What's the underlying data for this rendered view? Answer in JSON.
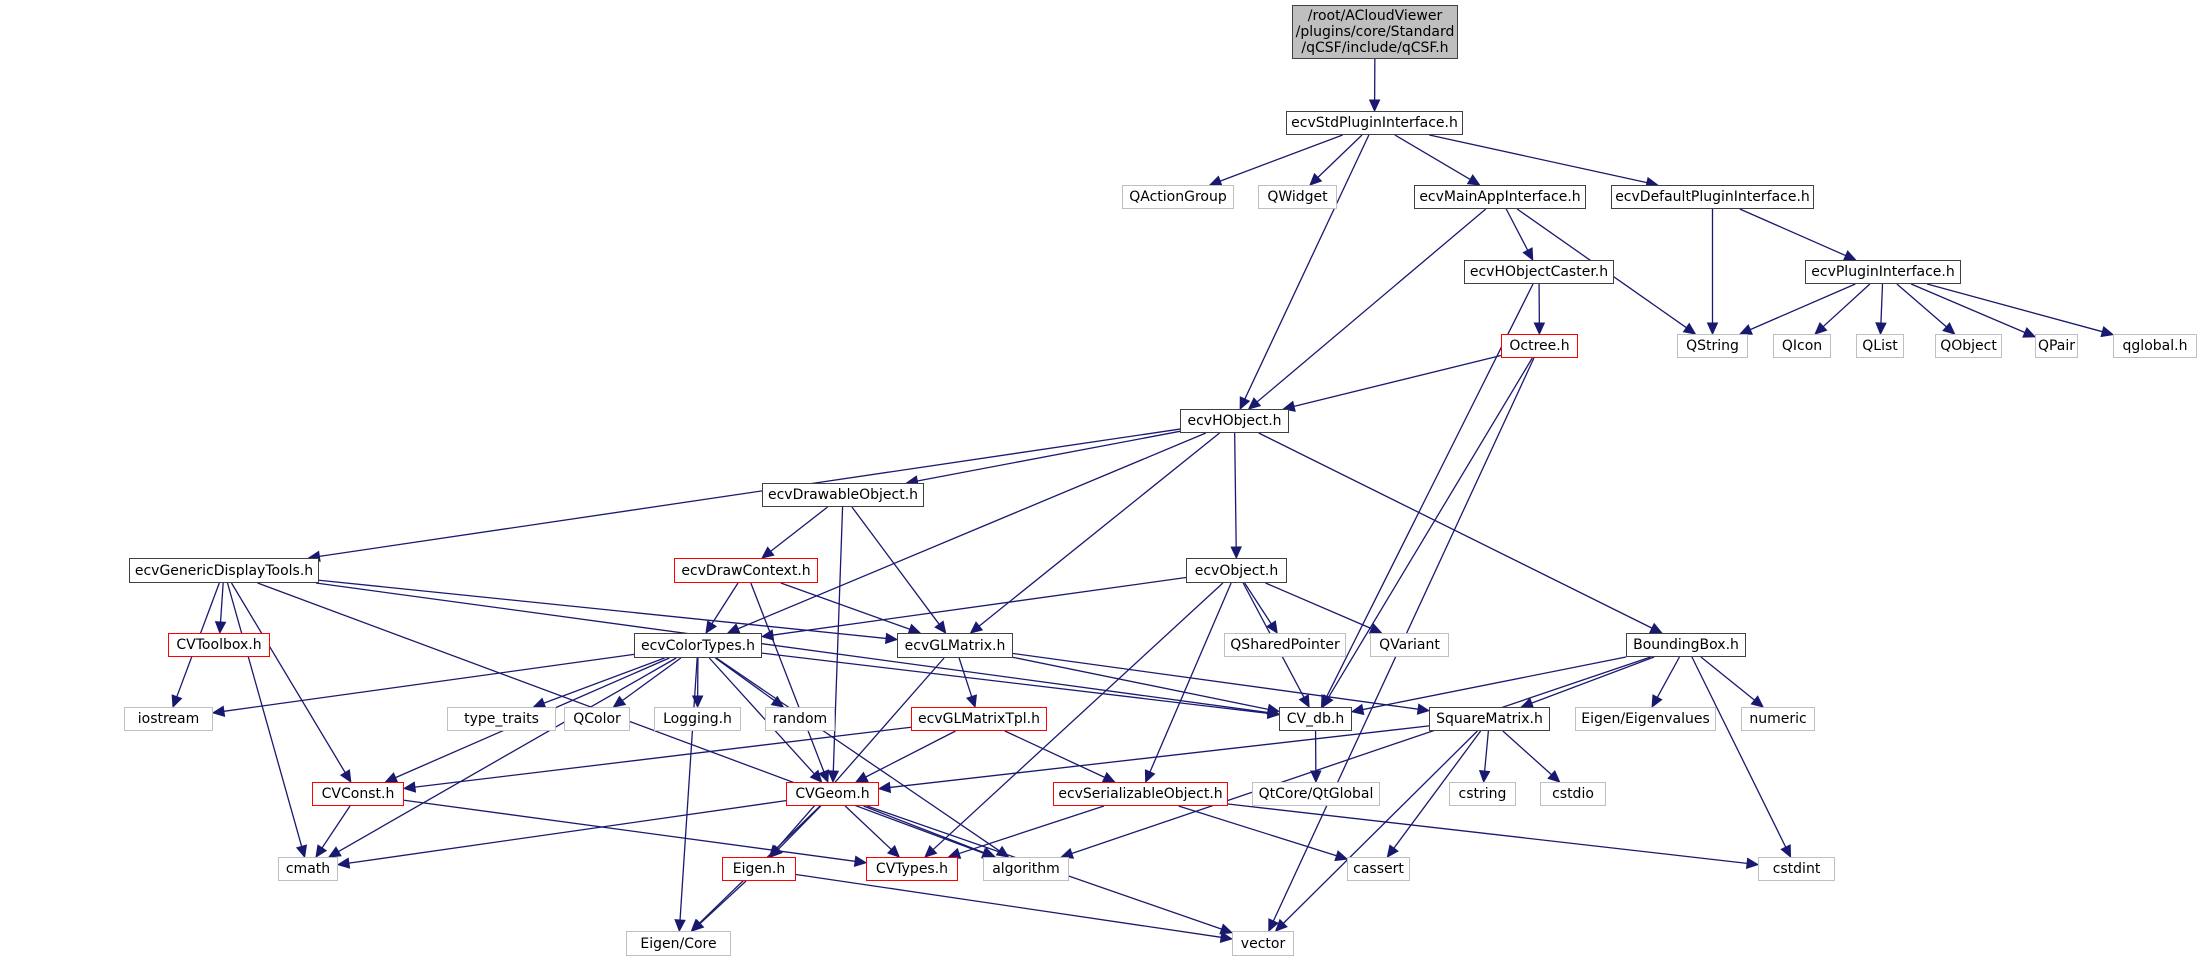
{
  "title": "Include dependency graph for qCSF.h",
  "colors": {
    "edge": "#191970",
    "root_fill": "#bfbfbf",
    "internal_border": "#404040",
    "external_border": "#bfbfbf",
    "missing_border": "#ff0000"
  },
  "nodes": [
    {
      "id": "qcsf",
      "label": "/root/ACloudViewer\n/plugins/core/Standard\n/qCSF/include/qCSF.h",
      "kind": "root"
    },
    {
      "id": "ecvStdPluginInterface",
      "label": "ecvStdPluginInterface.h",
      "kind": "internal"
    },
    {
      "id": "QActionGroup",
      "label": "QActionGroup",
      "kind": "external"
    },
    {
      "id": "QWidget",
      "label": "QWidget",
      "kind": "external"
    },
    {
      "id": "ecvMainAppInterface",
      "label": "ecvMainAppInterface.h",
      "kind": "internal"
    },
    {
      "id": "ecvDefaultPluginInterface",
      "label": "ecvDefaultPluginInterface.h",
      "kind": "internal"
    },
    {
      "id": "ecvHObjectCaster",
      "label": "ecvHObjectCaster.h",
      "kind": "internal"
    },
    {
      "id": "ecvPluginInterface",
      "label": "ecvPluginInterface.h",
      "kind": "internal"
    },
    {
      "id": "Octree",
      "label": "Octree.h",
      "kind": "missing"
    },
    {
      "id": "QString",
      "label": "QString",
      "kind": "external"
    },
    {
      "id": "QIcon",
      "label": "QIcon",
      "kind": "external"
    },
    {
      "id": "QList",
      "label": "QList",
      "kind": "external"
    },
    {
      "id": "QObject",
      "label": "QObject",
      "kind": "external"
    },
    {
      "id": "QPair",
      "label": "QPair",
      "kind": "external"
    },
    {
      "id": "qglobal",
      "label": "qglobal.h",
      "kind": "external"
    },
    {
      "id": "ecvHObject",
      "label": "ecvHObject.h",
      "kind": "internal"
    },
    {
      "id": "ecvDrawableObject",
      "label": "ecvDrawableObject.h",
      "kind": "internal"
    },
    {
      "id": "ecvGenericDisplayTools",
      "label": "ecvGenericDisplayTools.h",
      "kind": "internal"
    },
    {
      "id": "ecvDrawContext",
      "label": "ecvDrawContext.h",
      "kind": "missing"
    },
    {
      "id": "ecvObject",
      "label": "ecvObject.h",
      "kind": "internal"
    },
    {
      "id": "CVToolbox",
      "label": "CVToolbox.h",
      "kind": "missing"
    },
    {
      "id": "ecvColorTypes",
      "label": "ecvColorTypes.h",
      "kind": "internal"
    },
    {
      "id": "ecvGLMatrix",
      "label": "ecvGLMatrix.h",
      "kind": "internal"
    },
    {
      "id": "QSharedPointer",
      "label": "QSharedPointer",
      "kind": "external"
    },
    {
      "id": "QVariant",
      "label": "QVariant",
      "kind": "external"
    },
    {
      "id": "BoundingBox",
      "label": "BoundingBox.h",
      "kind": "internal"
    },
    {
      "id": "iostream",
      "label": "iostream",
      "kind": "external"
    },
    {
      "id": "type_traits",
      "label": "type_traits",
      "kind": "external"
    },
    {
      "id": "QColor",
      "label": "QColor",
      "kind": "external"
    },
    {
      "id": "Logging",
      "label": "Logging.h",
      "kind": "external"
    },
    {
      "id": "random",
      "label": "random",
      "kind": "external"
    },
    {
      "id": "ecvGLMatrixTpl",
      "label": "ecvGLMatrixTpl.h",
      "kind": "missing"
    },
    {
      "id": "CV_db",
      "label": "CV_db.h",
      "kind": "internal"
    },
    {
      "id": "SquareMatrix",
      "label": "SquareMatrix.h",
      "kind": "internal"
    },
    {
      "id": "EigenEigenvalues",
      "label": "Eigen/Eigenvalues",
      "kind": "external"
    },
    {
      "id": "numeric",
      "label": "numeric",
      "kind": "external"
    },
    {
      "id": "CVConst",
      "label": "CVConst.h",
      "kind": "missing"
    },
    {
      "id": "CVGeom",
      "label": "CVGeom.h",
      "kind": "missing"
    },
    {
      "id": "ecvSerializableObject",
      "label": "ecvSerializableObject.h",
      "kind": "missing"
    },
    {
      "id": "QtGlobal",
      "label": "QtCore/QtGlobal",
      "kind": "external"
    },
    {
      "id": "cstring",
      "label": "cstring",
      "kind": "external"
    },
    {
      "id": "cstdio",
      "label": "cstdio",
      "kind": "external"
    },
    {
      "id": "cmath",
      "label": "cmath",
      "kind": "external"
    },
    {
      "id": "Eigen",
      "label": "Eigen.h",
      "kind": "missing"
    },
    {
      "id": "CVTypes",
      "label": "CVTypes.h",
      "kind": "missing"
    },
    {
      "id": "algorithm",
      "label": "algorithm",
      "kind": "external"
    },
    {
      "id": "cassert",
      "label": "cassert",
      "kind": "external"
    },
    {
      "id": "cstdint",
      "label": "cstdint",
      "kind": "external"
    },
    {
      "id": "EigenCore",
      "label": "Eigen/Core",
      "kind": "external"
    },
    {
      "id": "vector",
      "label": "vector",
      "kind": "external"
    }
  ],
  "edges": [
    [
      "qcsf",
      "ecvStdPluginInterface"
    ],
    [
      "ecvStdPluginInterface",
      "QActionGroup"
    ],
    [
      "ecvStdPluginInterface",
      "QWidget"
    ],
    [
      "ecvStdPluginInterface",
      "ecvHObject"
    ],
    [
      "ecvStdPluginInterface",
      "ecvMainAppInterface"
    ],
    [
      "ecvStdPluginInterface",
      "ecvDefaultPluginInterface"
    ],
    [
      "ecvMainAppInterface",
      "ecvHObject"
    ],
    [
      "ecvMainAppInterface",
      "ecvHObjectCaster"
    ],
    [
      "ecvMainAppInterface",
      "QString"
    ],
    [
      "ecvDefaultPluginInterface",
      "QString"
    ],
    [
      "ecvDefaultPluginInterface",
      "ecvPluginInterface"
    ],
    [
      "ecvPluginInterface",
      "QString"
    ],
    [
      "ecvPluginInterface",
      "QIcon"
    ],
    [
      "ecvPluginInterface",
      "QList"
    ],
    [
      "ecvPluginInterface",
      "QObject"
    ],
    [
      "ecvPluginInterface",
      "QPair"
    ],
    [
      "ecvPluginInterface",
      "qglobal"
    ],
    [
      "ecvHObjectCaster",
      "Octree"
    ],
    [
      "ecvHObjectCaster",
      "CV_db"
    ],
    [
      "Octree",
      "ecvHObject"
    ],
    [
      "Octree",
      "CV_db"
    ],
    [
      "Octree",
      "vector"
    ],
    [
      "ecvHObject",
      "ecvGenericDisplayTools"
    ],
    [
      "ecvHObject",
      "ecvDrawableObject"
    ],
    [
      "ecvHObject",
      "ecvColorTypes"
    ],
    [
      "ecvHObject",
      "ecvGLMatrix"
    ],
    [
      "ecvHObject",
      "ecvObject"
    ],
    [
      "ecvHObject",
      "BoundingBox"
    ],
    [
      "ecvDrawableObject",
      "ecvDrawContext"
    ],
    [
      "ecvDrawableObject",
      "ecvGLMatrix"
    ],
    [
      "ecvDrawableObject",
      "CVGeom"
    ],
    [
      "ecvGenericDisplayTools",
      "CVToolbox"
    ],
    [
      "ecvGenericDisplayTools",
      "iostream"
    ],
    [
      "ecvGenericDisplayTools",
      "ecvGLMatrix"
    ],
    [
      "ecvGenericDisplayTools",
      "CV_db"
    ],
    [
      "ecvGenericDisplayTools",
      "CVConst"
    ],
    [
      "ecvGenericDisplayTools",
      "cmath"
    ],
    [
      "ecvGenericDisplayTools",
      "algorithm"
    ],
    [
      "ecvDrawContext",
      "ecvColorTypes"
    ],
    [
      "ecvDrawContext",
      "ecvGLMatrix"
    ],
    [
      "ecvDrawContext",
      "CVGeom"
    ],
    [
      "ecvObject",
      "ecvColorTypes"
    ],
    [
      "ecvObject",
      "QSharedPointer"
    ],
    [
      "ecvObject",
      "QVariant"
    ],
    [
      "ecvObject",
      "CV_db"
    ],
    [
      "ecvObject",
      "ecvSerializableObject"
    ],
    [
      "ecvObject",
      "CVTypes"
    ],
    [
      "ecvColorTypes",
      "iostream"
    ],
    [
      "ecvColorTypes",
      "type_traits"
    ],
    [
      "ecvColorTypes",
      "QColor"
    ],
    [
      "ecvColorTypes",
      "Logging"
    ],
    [
      "ecvColorTypes",
      "random"
    ],
    [
      "ecvColorTypes",
      "CV_db"
    ],
    [
      "ecvColorTypes",
      "CVConst"
    ],
    [
      "ecvColorTypes",
      "cmath"
    ],
    [
      "ecvColorTypes",
      "EigenCore"
    ],
    [
      "ecvColorTypes",
      "algorithm"
    ],
    [
      "ecvColorTypes",
      "CVGeom"
    ],
    [
      "ecvGLMatrix",
      "ecvGLMatrixTpl"
    ],
    [
      "ecvGLMatrix",
      "CV_db"
    ],
    [
      "ecvGLMatrix",
      "SquareMatrix"
    ],
    [
      "ecvGLMatrix",
      "Eigen"
    ],
    [
      "ecvGLMatrixTpl",
      "CVConst"
    ],
    [
      "ecvGLMatrixTpl",
      "CVGeom"
    ],
    [
      "ecvGLMatrixTpl",
      "ecvSerializableObject"
    ],
    [
      "BoundingBox",
      "CV_db"
    ],
    [
      "BoundingBox",
      "SquareMatrix"
    ],
    [
      "BoundingBox",
      "EigenEigenvalues"
    ],
    [
      "BoundingBox",
      "numeric"
    ],
    [
      "BoundingBox",
      "cstdint"
    ],
    [
      "BoundingBox",
      "algorithm"
    ],
    [
      "CV_db",
      "QtGlobal"
    ],
    [
      "SquareMatrix",
      "CVGeom"
    ],
    [
      "SquareMatrix",
      "cstring"
    ],
    [
      "SquareMatrix",
      "cstdio"
    ],
    [
      "SquareMatrix",
      "cassert"
    ],
    [
      "SquareMatrix",
      "vector"
    ],
    [
      "CVConst",
      "cmath"
    ],
    [
      "CVConst",
      "CVTypes"
    ],
    [
      "CVGeom",
      "cmath"
    ],
    [
      "CVGeom",
      "Eigen"
    ],
    [
      "CVGeom",
      "CVTypes"
    ],
    [
      "CVGeom",
      "algorithm"
    ],
    [
      "CVGeom",
      "EigenCore"
    ],
    [
      "CVGeom",
      "vector"
    ],
    [
      "ecvSerializableObject",
      "CVTypes"
    ],
    [
      "ecvSerializableObject",
      "cassert"
    ],
    [
      "ecvSerializableObject",
      "cstdint"
    ],
    [
      "Eigen",
      "EigenCore"
    ],
    [
      "Eigen",
      "vector"
    ]
  ]
}
